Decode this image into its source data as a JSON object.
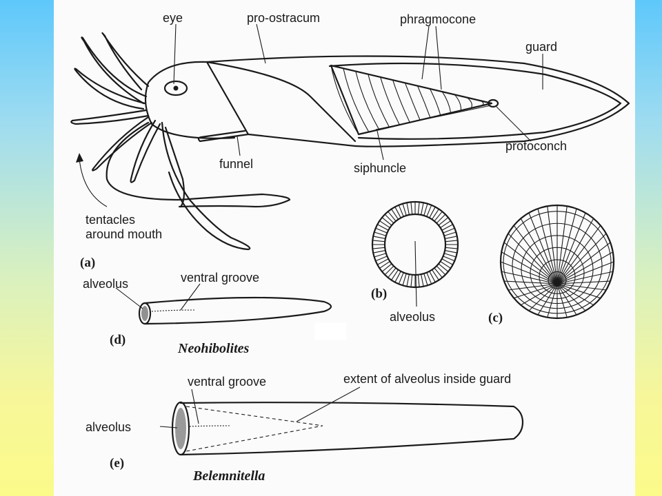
{
  "labels": {
    "eye": "eye",
    "pro_ostracum": "pro-ostracum",
    "phragmocone": "phragmocone",
    "guard": "guard",
    "protoconch": "protoconch",
    "funnel": "funnel",
    "siphuncle": "siphuncle",
    "tentacles_1": "tentacles",
    "tentacles_2": "around mouth",
    "alveolus_b": "alveolus",
    "alveolus_d": "alveolus",
    "ventral_groove_d": "ventral groove",
    "ventral_groove_e": "ventral groove",
    "alveolus_e": "alveolus",
    "extent": "extent of alveolus inside guard"
  },
  "panels": {
    "a": "(a)",
    "b": "(b)",
    "c": "(c)",
    "d": "(d)",
    "e": "(e)"
  },
  "genera": {
    "d": "Neohibolites",
    "e": "Belemnitella"
  },
  "colors": {
    "background_top": "#5ec8fb",
    "background_bottom": "#fbfb8a",
    "sheet": "#fbfbfb",
    "ink": "#1a1a1a"
  }
}
